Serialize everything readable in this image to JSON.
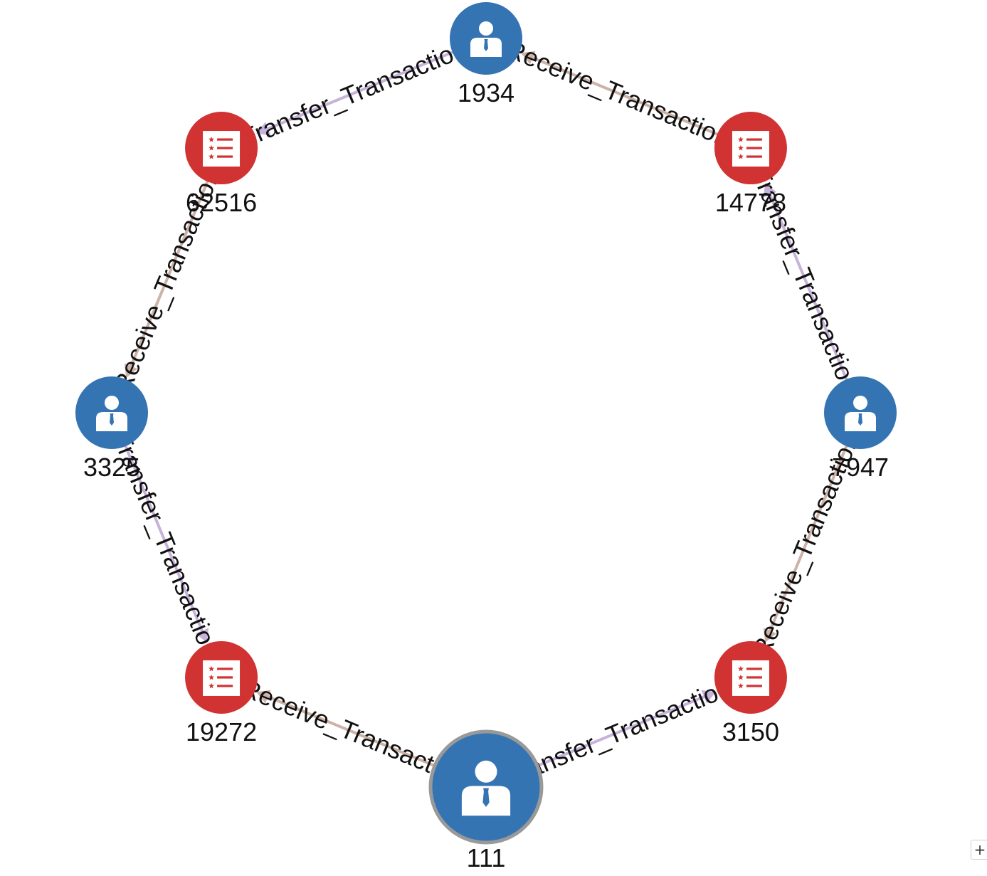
{
  "colors": {
    "person_node": "#3574b3",
    "document_node": "#d13232",
    "selected_ring": "#999999",
    "edge_transfer": "#c7b3da",
    "edge_receive": "#cdb2a8",
    "label": "#111111"
  },
  "icons": {
    "person": "person-icon",
    "document": "list-document-icon"
  },
  "nodes": [
    {
      "id": "1934",
      "label": "1934",
      "kind": "person",
      "selected": false
    },
    {
      "id": "14778",
      "label": "14778",
      "kind": "document",
      "selected": false
    },
    {
      "id": "7947",
      "label": "7947",
      "kind": "person",
      "selected": false
    },
    {
      "id": "3150",
      "label": "3150",
      "kind": "document",
      "selected": false
    },
    {
      "id": "111",
      "label": "111",
      "kind": "person",
      "selected": true
    },
    {
      "id": "19272",
      "label": "19272",
      "kind": "document",
      "selected": false
    },
    {
      "id": "3325",
      "label": "3325",
      "kind": "person",
      "selected": false
    },
    {
      "id": "62516",
      "label": "62516",
      "kind": "document",
      "selected": false
    }
  ],
  "edges": [
    {
      "source": "1934",
      "target": "62516",
      "label": "Transfer_Transaction",
      "kind": "transfer"
    },
    {
      "source": "14778",
      "target": "1934",
      "label": "Receive_Transaction",
      "kind": "receive"
    },
    {
      "source": "7947",
      "target": "14778",
      "label": "Transfer_Transaction",
      "kind": "transfer"
    },
    {
      "source": "7947",
      "target": "3150",
      "label": "Receive_Transaction",
      "kind": "receive"
    },
    {
      "source": "111",
      "target": "3150",
      "label": "Transfer_Transaction",
      "kind": "transfer"
    },
    {
      "source": "111",
      "target": "19272",
      "label": "Receive_Transaction",
      "kind": "receive"
    },
    {
      "source": "3325",
      "target": "19272",
      "label": "Transfer_Transaction",
      "kind": "transfer"
    },
    {
      "source": "62516",
      "target": "3325",
      "label": "Receive_Transaction",
      "kind": "receive"
    }
  ],
  "controls": {
    "zoom_in_label": "+"
  }
}
